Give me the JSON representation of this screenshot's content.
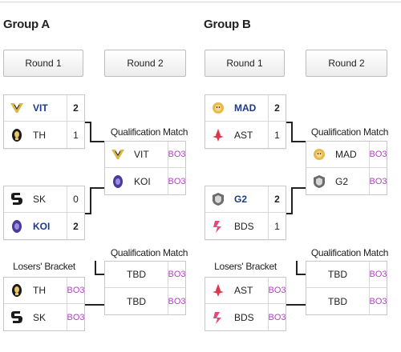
{
  "groupA": {
    "title": "Group A",
    "round1": "Round 1",
    "round2": "Round 2",
    "m1": {
      "t1": "VIT",
      "s1": "2",
      "t2": "TH",
      "s2": "1"
    },
    "m2": {
      "t1": "SK",
      "s1": "0",
      "t2": "KOI",
      "s2": "2"
    },
    "qual_label": "Qualification Match",
    "q1": {
      "t1": "VIT",
      "b1": "BO3",
      "t2": "KOI",
      "b2": "BO3"
    },
    "losers_label": "Losers' Bracket",
    "lb": {
      "t1": "TH",
      "b1": "BO3",
      "t2": "SK",
      "b2": "BO3"
    },
    "qual_label2": "Qualification Match",
    "q2": {
      "t1": "TBD",
      "b1": "BO3",
      "t2": "TBD",
      "b2": "BO3"
    }
  },
  "groupB": {
    "title": "Group B",
    "round1": "Round 1",
    "round2": "Round 2",
    "m1": {
      "t1": "MAD",
      "s1": "2",
      "t2": "AST",
      "s2": "1"
    },
    "m2": {
      "t1": "G2",
      "s1": "2",
      "t2": "BDS",
      "s2": "1"
    },
    "qual_label": "Qualification Match",
    "q1": {
      "t1": "MAD",
      "b1": "BO3",
      "t2": "G2",
      "b2": "BO3"
    },
    "losers_label": "Losers' Bracket",
    "lb": {
      "t1": "AST",
      "b1": "BO3",
      "t2": "BDS",
      "b2": "BO3"
    },
    "qual_label2": "Qualification Match",
    "q2": {
      "t1": "TBD",
      "b1": "BO3",
      "t2": "TBD",
      "b2": "BO3"
    }
  },
  "icons": {
    "VIT": "vitality-bee-logo-icon",
    "TH": "team-heretics-logo-icon",
    "SK": "sk-gaming-logo-icon",
    "KOI": "koi-logo-icon",
    "MAD": "mad-lions-logo-icon",
    "AST": "astralis-logo-icon",
    "G2": "g2-esports-logo-icon",
    "BDS": "team-bds-logo-icon"
  },
  "colors": {
    "winner_text": "#1d3a8a",
    "bo3_text": "#b43fc6"
  }
}
